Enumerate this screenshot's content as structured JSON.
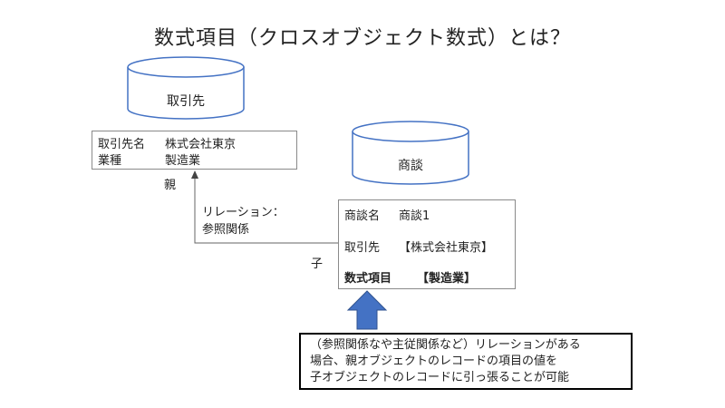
{
  "title": "数式項目（クロスオブジェクト数式）とは？",
  "parent_object": {
    "name": "取引先",
    "fields": [
      {
        "label": "取引先名",
        "value": "株式会社東京"
      },
      {
        "label": "業種",
        "value": "製造業"
      }
    ]
  },
  "child_object": {
    "name": "商談",
    "fields": [
      {
        "label": "商談名",
        "value": "商談1"
      },
      {
        "label": "取引先",
        "value": "【株式会社東京】"
      },
      {
        "label": "数式項目",
        "value": "【製造業】"
      }
    ]
  },
  "relation": {
    "label_line1": "リレーション：",
    "label_line2": "参照関係",
    "parent_label": "親",
    "child_label": "子"
  },
  "note": {
    "lines": [
      "（参照関係なや主従関係など）リレーションがある",
      "場合、親オブジェクトのレコードの項目の値を",
      "子オブジェクトのレコードに引っ張ることが可能"
    ]
  },
  "colors": {
    "cylinder_stroke": "#4472c4",
    "arrow_fill": "#4472c4",
    "arrow_stroke": "#2f528f"
  }
}
